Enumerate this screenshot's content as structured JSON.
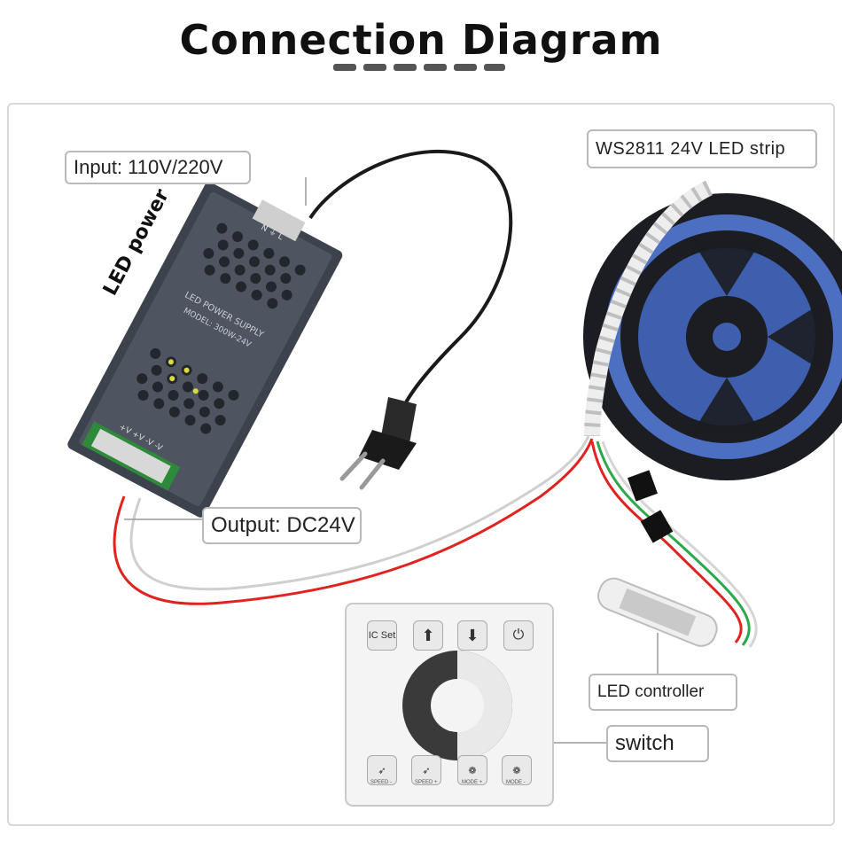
{
  "title": "Connection Diagram",
  "labels": {
    "input": "Input: 110V/220V",
    "output": "Output: DC24V",
    "led_power": "LED power",
    "strip": "WS2811 24V LED strip",
    "controller": "LED controller",
    "switch": "switch"
  },
  "psu": {
    "terminals_top": "N ⏚ L",
    "brand": "LED POWER SUPPLY",
    "model": "MODEL: 300W-24V",
    "terminals_bottom": "+V +V -V -V"
  },
  "panel": {
    "ic_set": "IC Set",
    "up_icon": "up-arrow-icon",
    "down_icon": "down-arrow-icon",
    "power_icon": "power-icon",
    "speed_minus": "SPEED -",
    "speed_plus": "SPEED +",
    "mode_plus": "MODE +",
    "mode_minus": "MODE -"
  },
  "colors": {
    "red_wire": "#e0231f",
    "green_wire": "#2aa84a",
    "white_wire": "#f2f2f2",
    "psu_body": "#4e5560",
    "strip_reel": "#1c1d22",
    "strip_blue": "#4d6fc2"
  }
}
